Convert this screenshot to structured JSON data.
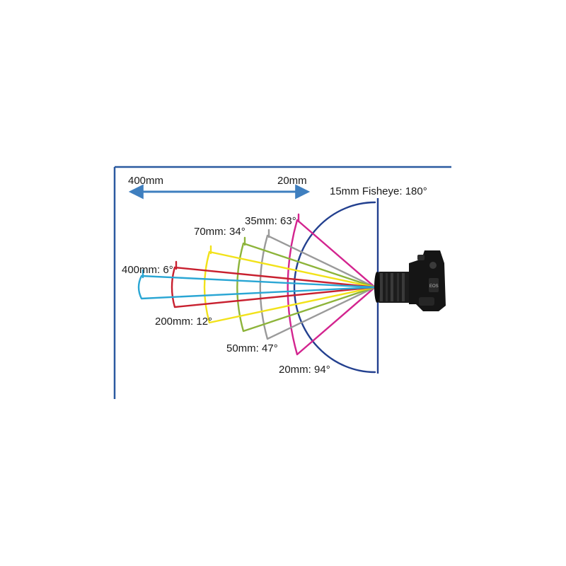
{
  "range": {
    "left_label": "400mm",
    "right_label": "20mm",
    "color": "#3f7fbf"
  },
  "frame_color": "#2b5aa0",
  "lenses": [
    {
      "id": "400",
      "label": "400mm: 6°",
      "angle_deg": 6,
      "color": "#2aa6d4"
    },
    {
      "id": "200",
      "label": "200mm: 12°",
      "angle_deg": 12,
      "color": "#c8202f"
    },
    {
      "id": "70",
      "label": "70mm: 34°",
      "angle_deg": 34,
      "color": "#f2e21a"
    },
    {
      "id": "50",
      "label": "50mm: 47°",
      "angle_deg": 47,
      "color": "#8db43a"
    },
    {
      "id": "35",
      "label": "35mm: 63°",
      "angle_deg": 63,
      "color": "#9a9a9a"
    },
    {
      "id": "20",
      "label": "20mm: 94°",
      "angle_deg": 94,
      "color": "#d3248f"
    },
    {
      "id": "15",
      "label": "15mm Fisheye: 180°",
      "angle_deg": 180,
      "color": "#23408f"
    }
  ],
  "camera": {
    "icon": "dslr-camera-icon"
  }
}
